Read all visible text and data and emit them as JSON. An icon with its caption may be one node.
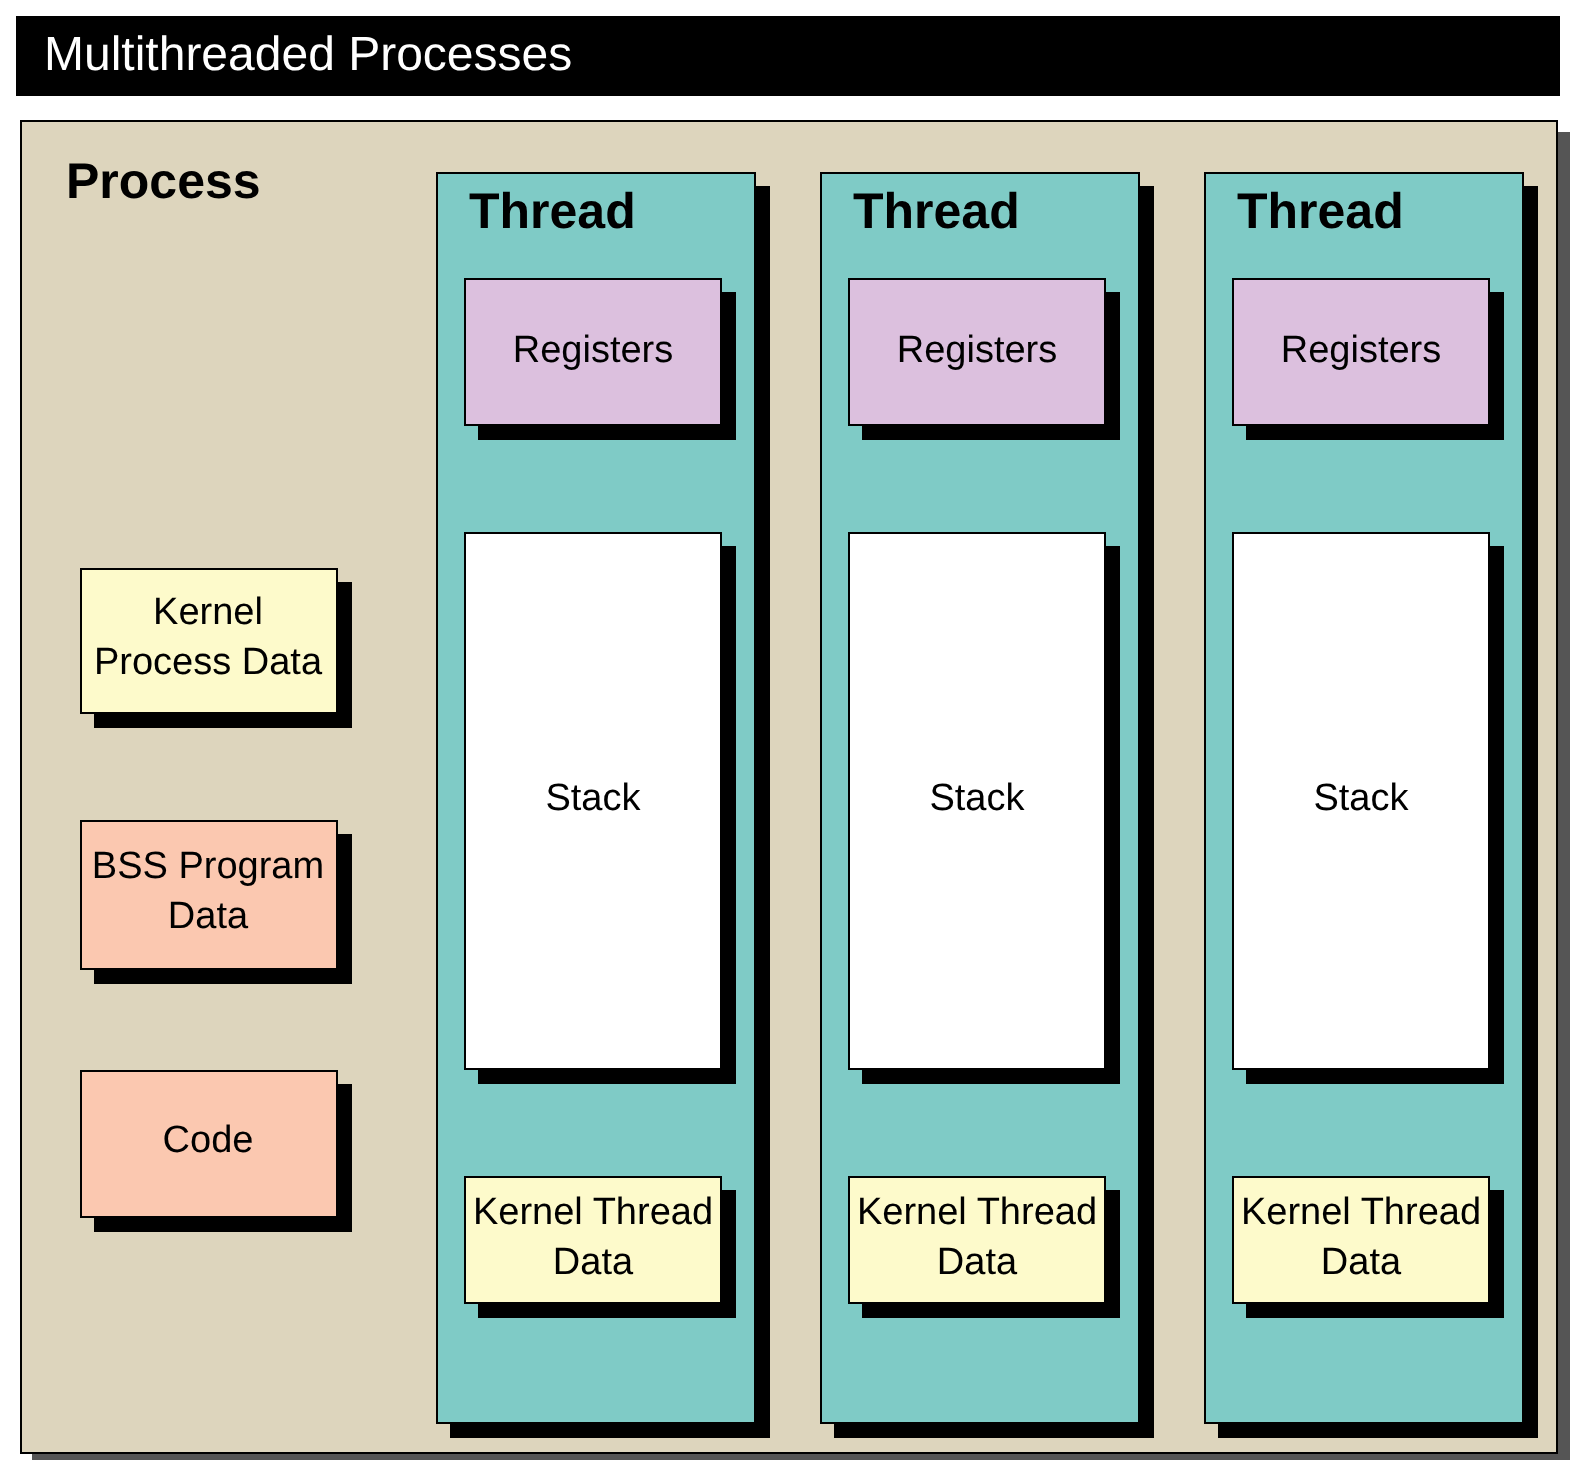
{
  "diagram": {
    "title": "Multithreaded Processes",
    "nodes": [
      {
        "text": [
          "Process"
        ]
      },
      {
        "text": [
          "Kernel Process Data"
        ],
        "in": 0
      },
      {
        "text": [
          "BSS Program Data"
        ],
        "in": 0
      },
      {
        "text": [
          "Code"
        ],
        "in": 0
      },
      {
        "text": [
          "Thread"
        ],
        "in": 0
      },
      {
        "text": [
          "Registers"
        ],
        "in": 4
      },
      {
        "text": [
          "Stack"
        ],
        "in": 4
      },
      {
        "text": [
          "Kernel Thread Data"
        ],
        "in": 4
      },
      {
        "text": [
          "Thread"
        ],
        "in": 0
      },
      {
        "text": [
          "Registers"
        ],
        "in": 8
      },
      {
        "text": [
          "Stack"
        ],
        "in": 8
      },
      {
        "text": [
          "Kernel Thread Data"
        ],
        "in": 8
      },
      {
        "text": [
          "Thread"
        ],
        "in": 0
      },
      {
        "text": [
          "Registers"
        ],
        "in": 12
      },
      {
        "text": [
          "Stack"
        ],
        "in": 12
      },
      {
        "text": [
          "Kernel Thread Data"
        ],
        "in": 12
      }
    ]
  }
}
